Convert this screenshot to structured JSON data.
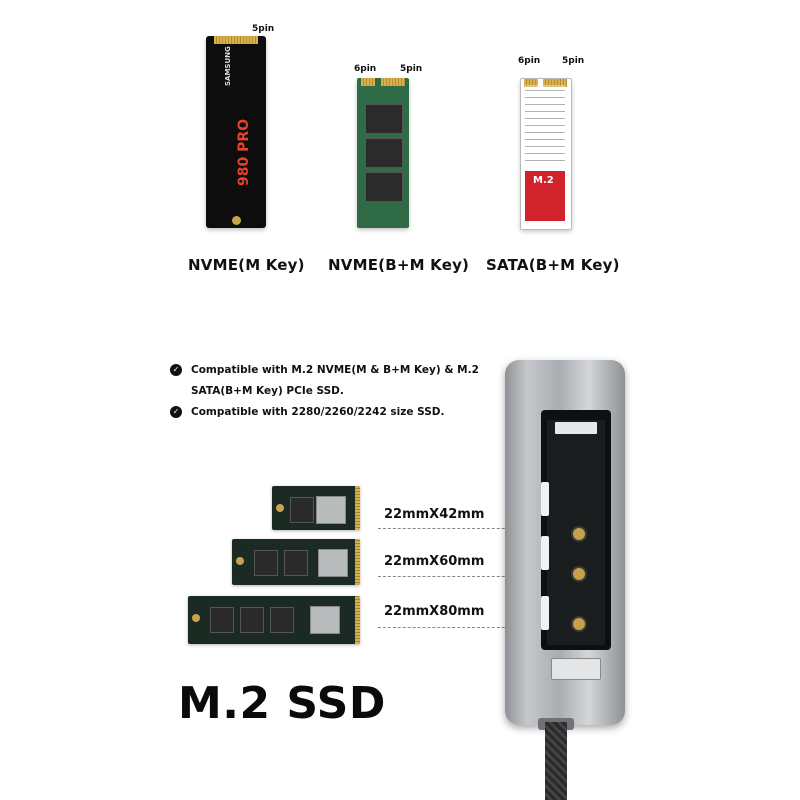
{
  "top_cards": [
    {
      "id": "samsung",
      "pins": [
        "5pin"
      ],
      "brand_text": "SAMSUNG",
      "model_text_a": "980",
      "model_text_b": "PRO",
      "key_label": "NVME(M Key)"
    },
    {
      "id": "lexar",
      "pins": [
        "6pin",
        "5pin"
      ],
      "key_label": "NVME(B+M Key)"
    },
    {
      "id": "sata",
      "pins": [
        "6pin",
        "5pin"
      ],
      "chip_text": "M.2",
      "key_label": "SATA(B+M Key)"
    }
  ],
  "features": {
    "icon": "check-circle-icon",
    "items": [
      "Compatible with M.2 NVME(M & B+M Key) & M.2 SATA(B+M Key) PCIe SSD.",
      "Compatible with 2280/2260/2242 size SSD."
    ]
  },
  "sizes": [
    "22mmX42mm",
    "22mmX60mm",
    "22mmX80mm"
  ],
  "title": "M.2 SSD",
  "colors": {
    "text": "#111111",
    "enclosure": "#b8bcc0",
    "pcb": "#1c2a24",
    "gold": "#d7b050",
    "accent_red": "#d0232b"
  }
}
